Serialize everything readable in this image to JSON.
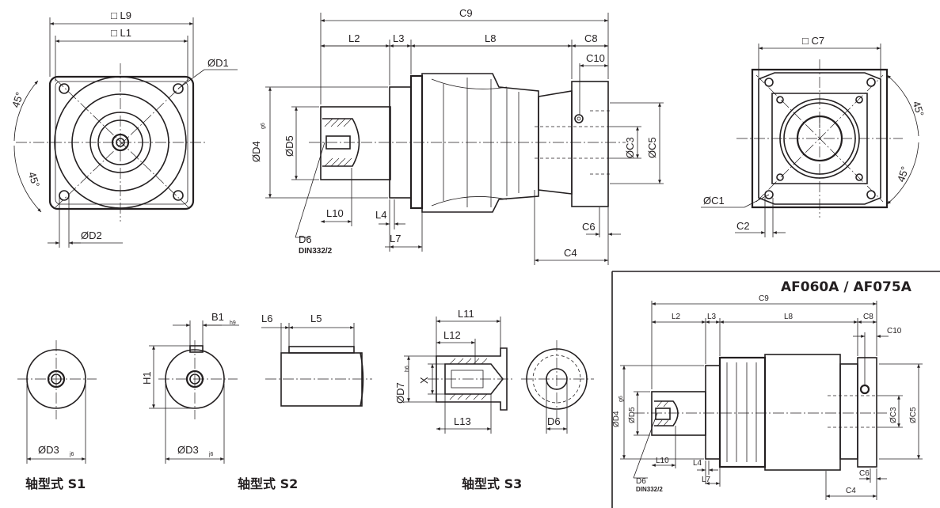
{
  "drawing": {
    "front_view": {
      "L9": "□ L9",
      "L1": "□ L1",
      "D1": "ØD1",
      "D2": "ØD2",
      "angle_top": "45°",
      "angle_bottom": "45°"
    },
    "side_view": {
      "C9": "C9",
      "L2": "L2",
      "L3": "L3",
      "L8": "L8",
      "C8": "C8",
      "C10": "C10",
      "D4": "ØD4",
      "D4_tol": "g6",
      "D5": "ØD5",
      "C3": "ØC3",
      "C5": "ØC5",
      "L10": "L10",
      "L4": "L4",
      "L7": "L7",
      "C6": "C6",
      "C4": "C4",
      "D6": "D6",
      "DIN": "DIN332/2"
    },
    "rear_view": {
      "C7": "□ C7",
      "C1": "ØC1",
      "C2": "C2",
      "angle_top": "45°",
      "angle_bottom": "45°"
    },
    "shaft_S1": {
      "D3": "ØD3",
      "D3_tol": "j6",
      "caption": "轴型式 S1"
    },
    "shaft_S2": {
      "B1": "B1",
      "B1_tol": "h9",
      "H1": "H1",
      "L6": "L6",
      "L5": "L5",
      "D3": "ØD3",
      "D3_tol": "j6",
      "caption": "轴型式  S2"
    },
    "shaft_S3": {
      "L11": "L11",
      "L12": "L12",
      "L13": "L13",
      "D7": "ØD7",
      "D7_tol": "h6",
      "X": "X",
      "D6": "D6",
      "caption": "轴型式 S3"
    },
    "inset": {
      "title": "AF060A / AF075A",
      "C9": "C9",
      "L2": "L2",
      "L3": "L3",
      "L8": "L8",
      "C8": "C8",
      "C10": "C10",
      "D4": "ØD4",
      "D4_tol": "g6",
      "D5": "ØD5",
      "C3": "ØC3",
      "C5": "ØC5",
      "L10": "L10",
      "L4": "L4",
      "L7": "L7",
      "C6": "C6",
      "C4": "C4",
      "D6": "D6",
      "DIN": "DIN332/2"
    }
  }
}
